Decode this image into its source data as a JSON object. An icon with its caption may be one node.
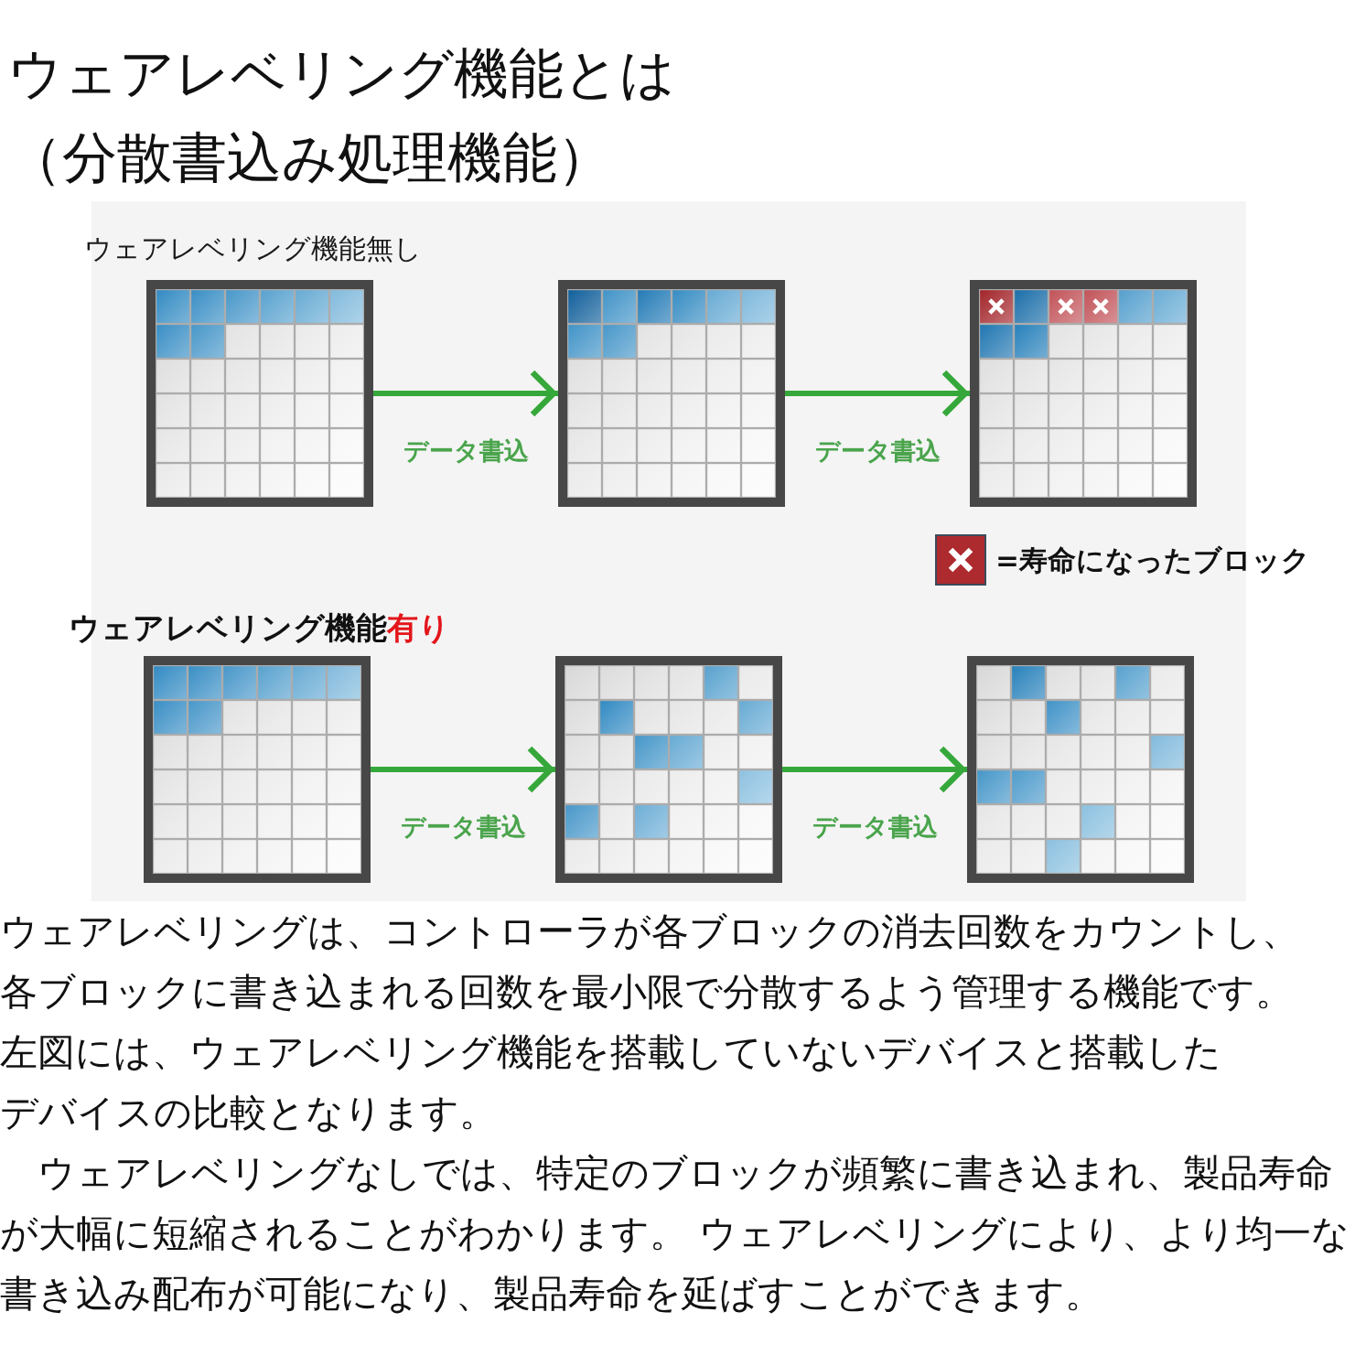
{
  "diagram": {
    "title": "ウェアレベリング機能とは（分散書込み処理機能）",
    "nodes": [
      {
        "text": [],
        "shape": "picture"
      },
      {
        "text": [],
        "shape": "picture"
      },
      {
        "text": [],
        "shape": "picture"
      },
      {
        "text": [],
        "shape": "picture"
      },
      {
        "text": [],
        "shape": "picture"
      },
      {
        "text": [],
        "shape": "picture"
      }
    ],
    "edges": [
      {
        "from": 0,
        "to": 1,
        "arrow": "to",
        "label": "データ書込"
      },
      {
        "from": 1,
        "to": 2,
        "arrow": "to",
        "label": "データ書込"
      },
      {
        "from": 3,
        "to": 4,
        "arrow": "to",
        "label": "データ書込"
      },
      {
        "from": 4,
        "to": 5,
        "arrow": "to",
        "label": "データ書込"
      }
    ],
    "labels": [
      "ウェアレベリング機能無し",
      "ウェアレベリング機能",
      "有り",
      "ウェアレベリングは、コントローラが各ブロックの消去回数をカウントし、各ブロックに書き込まれる回数を最小限で分散するよう管理する機能です。",
      "左図には、ウェアレベリング機能を搭載していないデバイスと搭載したデバイスの比較となります。",
      "　ウェアレベリングなしでは、特定のブロックが頻繁に書き込まれ、製品寿命が大幅に短縮されることがわかります。 ウェアレベリングにより、より均一な書き込み配布が可能になり、製品寿命を延ばすことができます。"
    ],
    "legend": [
      {
        "text": "=寿命になったブロック"
      }
    ]
  }
}
